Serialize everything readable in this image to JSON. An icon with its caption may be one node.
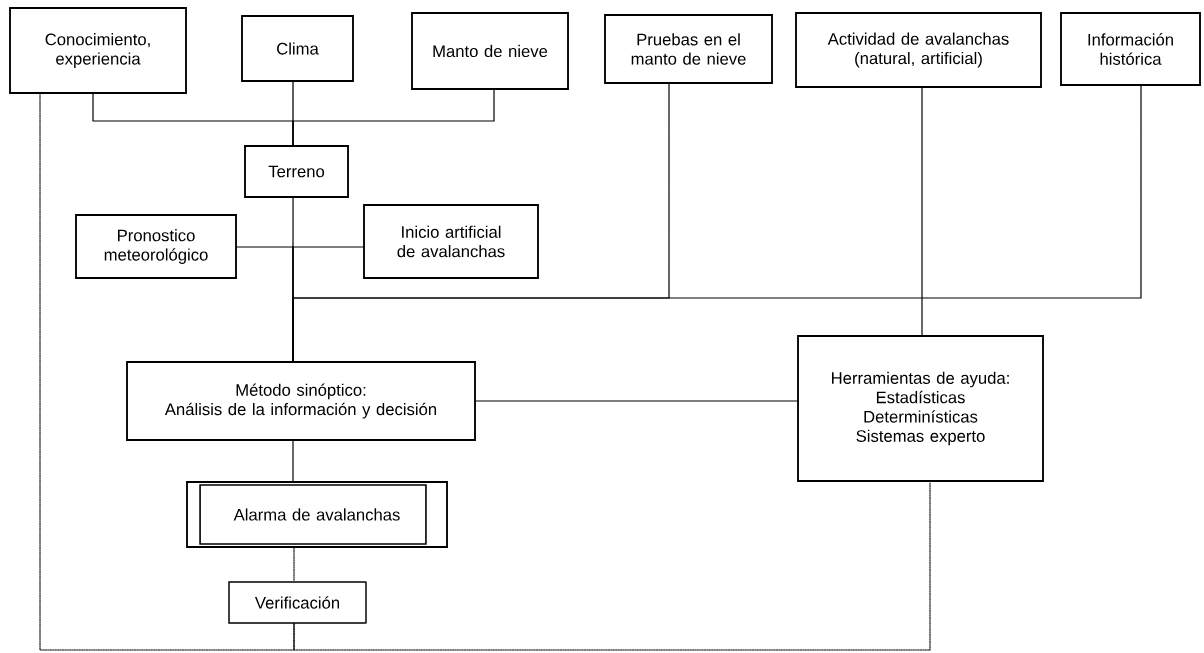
{
  "diagram": {
    "nodes": [
      {
        "text": [
          "Conocimiento, experiencia"
        ]
      },
      {
        "text": [
          "Clima"
        ]
      },
      {
        "text": [
          "Manto de nieve"
        ]
      },
      {
        "text": [
          "Pruebas en el manto de nieve"
        ]
      },
      {
        "text": [
          "Actividad de avalanchas (natural, artificial)"
        ]
      },
      {
        "text": [
          "Información histórica"
        ]
      },
      {
        "text": [
          "Terreno"
        ]
      },
      {
        "text": [
          "Pronostico meteorológico"
        ]
      },
      {
        "text": [
          "Inicio artificial de avalanchas"
        ]
      },
      {
        "text": [
          "Método sinóptico:",
          "Análisis de la información y decisión"
        ]
      },
      {
        "text": [
          "Herramientas de ayuda:",
          "Estadísticas",
          "Determinísticas",
          "Sistemas experto"
        ]
      },
      {
        "text": [
          "Alarma de avalanchas"
        ]
      },
      {
        "text": [
          "Verificación"
        ]
      }
    ],
    "edges": [
      {
        "from": 0,
        "to": 6,
        "arrow": "none"
      },
      {
        "from": 1,
        "to": 6,
        "arrow": "none"
      },
      {
        "from": 2,
        "to": 6,
        "arrow": "none"
      },
      {
        "from": 6,
        "to": 9,
        "arrow": "none"
      },
      {
        "from": 7,
        "to": 9,
        "arrow": "none"
      },
      {
        "from": 8,
        "to": 9,
        "arrow": "none"
      },
      {
        "from": 3,
        "to": 9,
        "arrow": "none"
      },
      {
        "from": 5,
        "to": 9,
        "arrow": "none"
      },
      {
        "from": 4,
        "to": 10,
        "arrow": "none"
      },
      {
        "from": 9,
        "to": 10,
        "arrow": "none"
      },
      {
        "from": 9,
        "to": 11,
        "arrow": "none"
      },
      {
        "from": 11,
        "to": 12,
        "arrow": "none",
        "style": "dashed"
      },
      {
        "from": 12,
        "to": 0,
        "arrow": "none",
        "style": "dashed"
      },
      {
        "from": 12,
        "to": 10,
        "arrow": "none",
        "style": "dashed"
      }
    ]
  }
}
